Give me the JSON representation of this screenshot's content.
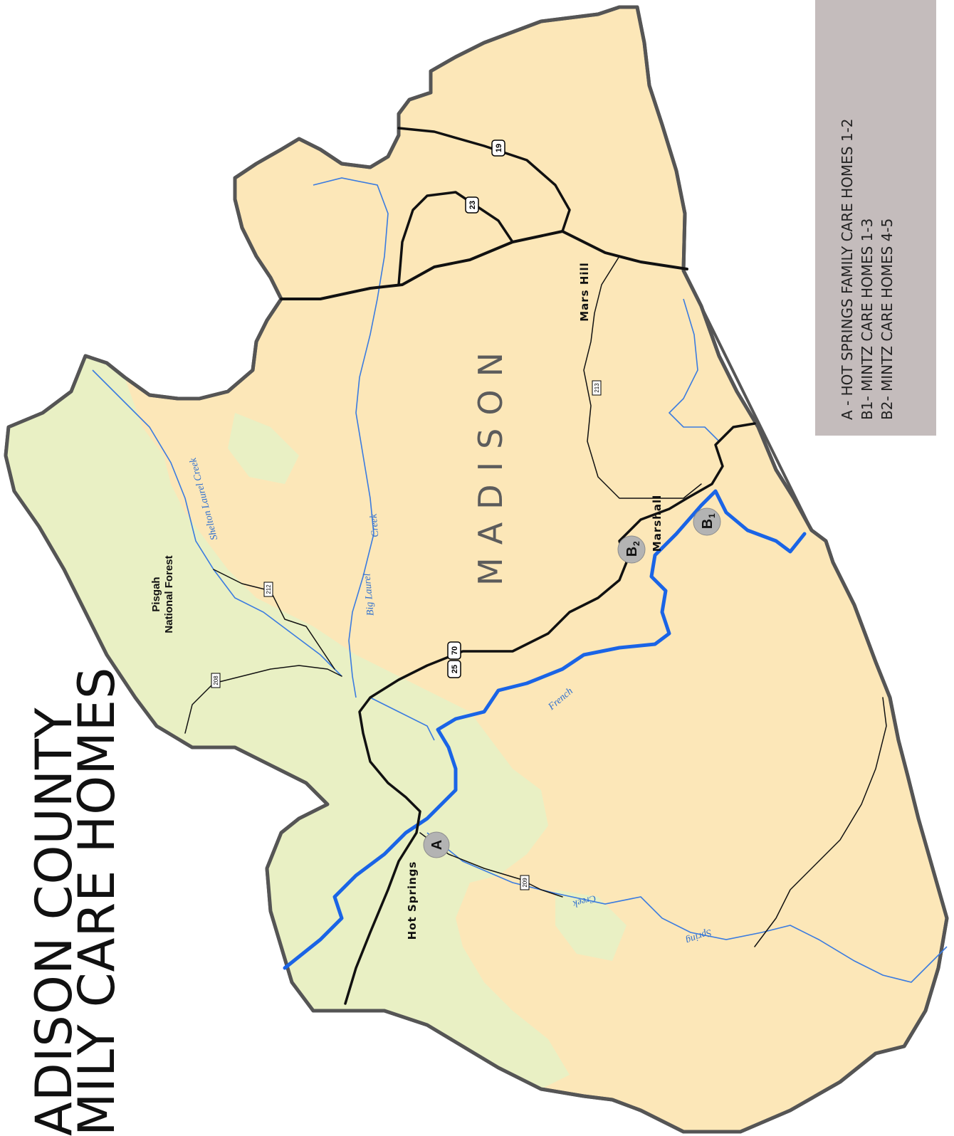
{
  "title": {
    "line1": "ADISON COUNTY",
    "line2": "MILY CARE HOMES"
  },
  "county_name": "MADISON",
  "forest_label": {
    "line1": "Pisgah",
    "line2": "National Forest"
  },
  "towns": {
    "mars_hill": "Mars Hill",
    "marshall": "Marshall",
    "hot_springs": "Hot Springs"
  },
  "rivers": {
    "shelton_laurel": "Shelton Laurel Creek",
    "big_laurel": "Big Laurel",
    "big_laurel_creek": "Creek",
    "french": "French",
    "spring": "Spring",
    "spring_creek": "Creek"
  },
  "routes": {
    "us19": "19",
    "us23": "23",
    "us25": "25",
    "us70": "70",
    "nc213": "213",
    "nc212": "212",
    "nc208": "208",
    "nc209": "209"
  },
  "markers": {
    "a": "A",
    "b1_letter": "B",
    "b1_sub": "1",
    "b2_letter": "B",
    "b2_sub": "2"
  },
  "legend": {
    "line_a": "A  -  HOT SPRINGS FAMILY CARE HOMES 1-2",
    "line_b1": "B1-  MINTZ CARE HOMES 1-3",
    "line_b2": "B2-  MINTZ CARE HOMES 4-5"
  },
  "colors": {
    "land": "#fce7b8",
    "forest": "#e9f0c4",
    "border": "#555555",
    "river_major": "#1a64e6",
    "river_minor": "#3a7be0",
    "road": "#111111",
    "marker_fill": "#b3b3b3",
    "legend_bg": "#c4bcbc"
  }
}
